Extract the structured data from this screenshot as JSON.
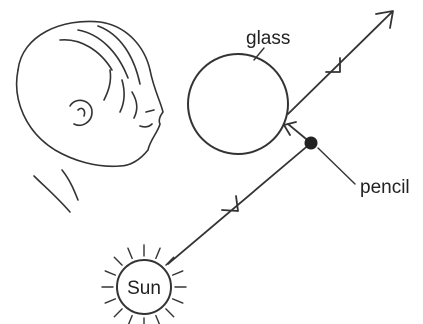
{
  "labels": {
    "glass": "glass",
    "pencil": "pencil",
    "sun": "Sun"
  },
  "colors": {
    "ink": "#333333",
    "background": "#ffffff"
  },
  "icons": [
    "child-head-icon",
    "sun-icon",
    "pencil-dot-icon"
  ]
}
